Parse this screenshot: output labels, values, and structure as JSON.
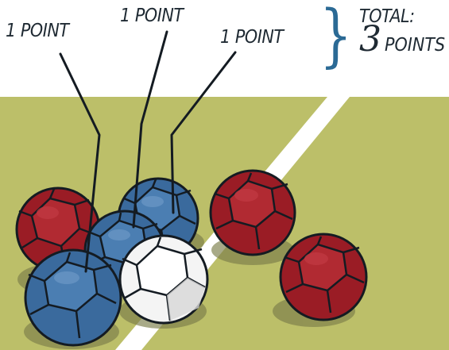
{
  "labels": {
    "point_1": "1 POINT",
    "point_2": "1 POINT",
    "point_3": "1 POINT"
  },
  "total": {
    "label": "TOTAL:",
    "number": "3",
    "unit": "POINTS"
  },
  "colors": {
    "field": "#bcbf69",
    "line": "#ffffff",
    "red_ball": "#9a1c25",
    "blue_ball": "#3a6a9d",
    "white_ball": "#f4f4f4",
    "ink": "#1f2a33",
    "brace": "#2b6a95"
  },
  "icons": {
    "total_bracket": "curly-brace",
    "leader_lines": "callout-line"
  }
}
